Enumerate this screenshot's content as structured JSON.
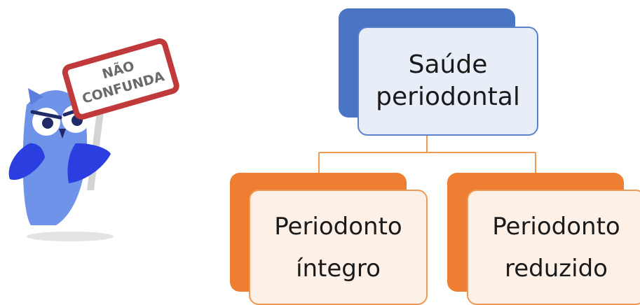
{
  "mascot": {
    "sign_line1": "NÃO",
    "sign_line2": "CONFUNDA"
  },
  "diagram": {
    "root": {
      "line1": "Saúde",
      "line2": "periodontal"
    },
    "children": [
      {
        "line1": "Periodonto",
        "line2": "íntegro"
      },
      {
        "line1": "Periodonto",
        "line2": "reduzido"
      }
    ]
  },
  "colors": {
    "root_fill": "#4a74c4",
    "root_front": "#e8eef7",
    "child_fill": "#ee7f32",
    "child_front": "#fdf0e6",
    "connector": "#ee9a55",
    "sign_border": "#c0393b",
    "owl_body": "#6f93e8",
    "owl_wing": "#2b3ee0"
  }
}
